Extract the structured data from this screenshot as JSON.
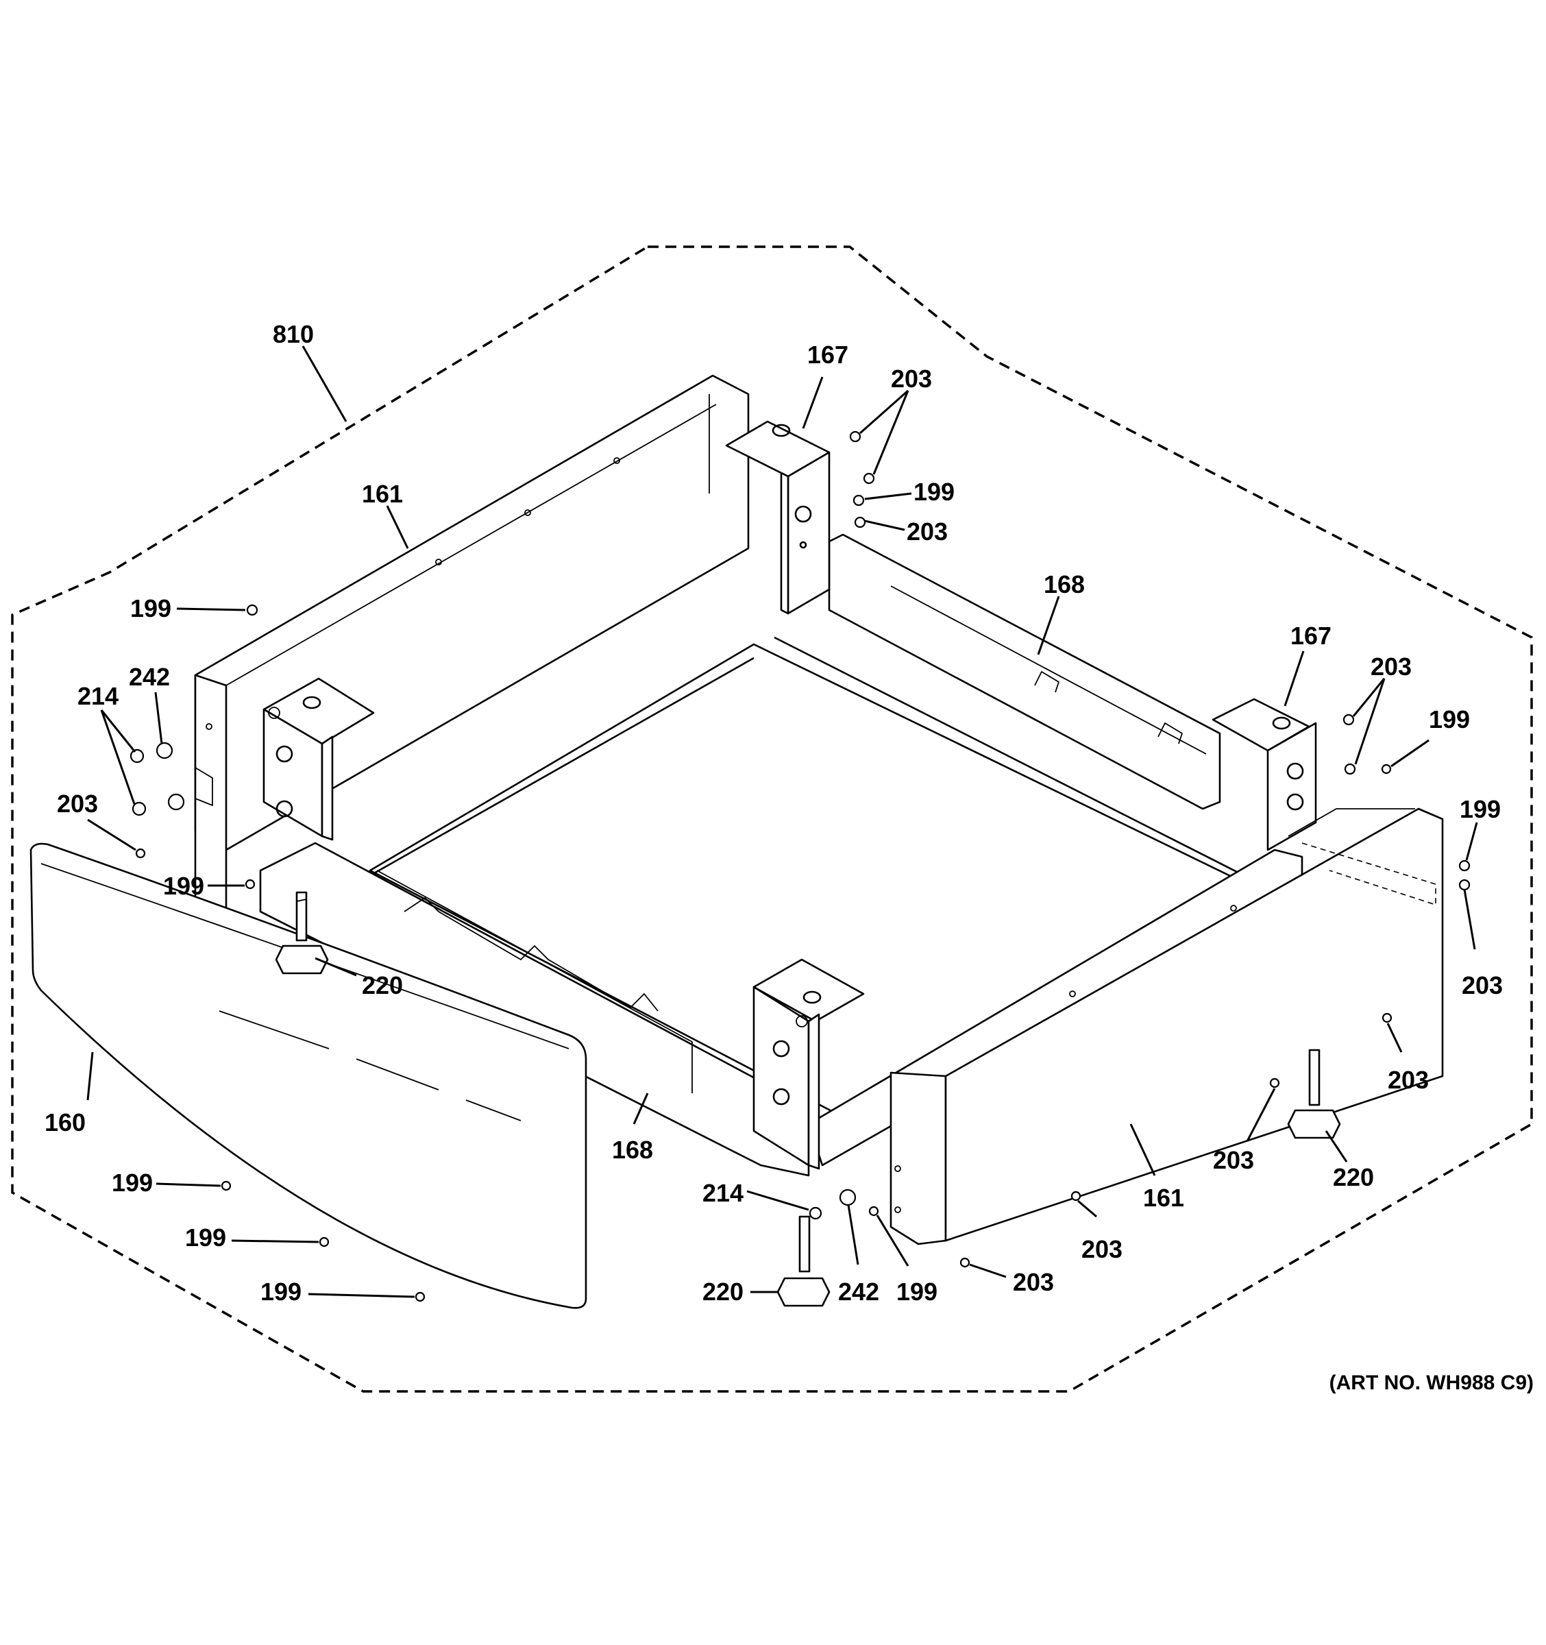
{
  "diagram": {
    "part_labels": [
      {
        "id": "lbl-810",
        "text": "810"
      },
      {
        "id": "lbl-167a",
        "text": "167"
      },
      {
        "id": "lbl-203a",
        "text": "203"
      },
      {
        "id": "lbl-199a",
        "text": "199"
      },
      {
        "id": "lbl-203b",
        "text": "203"
      },
      {
        "id": "lbl-161a",
        "text": "161"
      },
      {
        "id": "lbl-168a",
        "text": "168"
      },
      {
        "id": "lbl-199b",
        "text": "199"
      },
      {
        "id": "lbl-242a",
        "text": "242"
      },
      {
        "id": "lbl-214a",
        "text": "214"
      },
      {
        "id": "lbl-167b",
        "text": "167"
      },
      {
        "id": "lbl-203c",
        "text": "203"
      },
      {
        "id": "lbl-199c",
        "text": "199"
      },
      {
        "id": "lbl-203d",
        "text": "203"
      },
      {
        "id": "lbl-199d",
        "text": "199"
      },
      {
        "id": "lbl-199e",
        "text": "199"
      },
      {
        "id": "lbl-220a",
        "text": "220"
      },
      {
        "id": "lbl-203e",
        "text": "203"
      },
      {
        "id": "lbl-203f",
        "text": "203"
      },
      {
        "id": "lbl-160",
        "text": "160"
      },
      {
        "id": "lbl-168b",
        "text": "168"
      },
      {
        "id": "lbl-203g",
        "text": "203"
      },
      {
        "id": "lbl-220b",
        "text": "220"
      },
      {
        "id": "lbl-214b",
        "text": "214"
      },
      {
        "id": "lbl-161b",
        "text": "161"
      },
      {
        "id": "lbl-199f",
        "text": "199"
      },
      {
        "id": "lbl-203h",
        "text": "203"
      },
      {
        "id": "lbl-199g",
        "text": "199"
      },
      {
        "id": "lbl-220c",
        "text": "220"
      },
      {
        "id": "lbl-242b",
        "text": "242"
      },
      {
        "id": "lbl-199h",
        "text": "199"
      },
      {
        "id": "lbl-203i",
        "text": "203"
      },
      {
        "id": "lbl-199i",
        "text": "199"
      }
    ],
    "art_number": "(ART NO. WH988 C9)"
  }
}
